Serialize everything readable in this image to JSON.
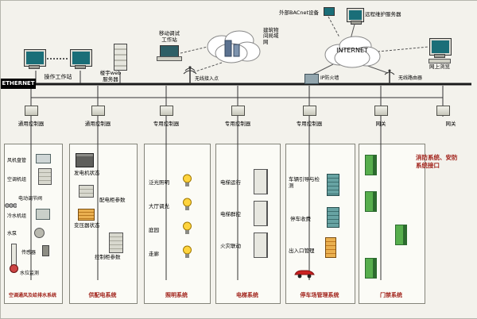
{
  "colors": {
    "title_red": "#a02018",
    "bus_black": "#1a1a1a",
    "door_green": "#57ae4d",
    "car_red": "#cc2222",
    "bulb_yellow": "#ffd43e"
  },
  "ethernet": {
    "label": "ETHERNET"
  },
  "top": {
    "workstation": "操作工作站",
    "web_server_line1": "楼宇web",
    "web_server_line2": "服务器",
    "mobile_line1": "移动调试",
    "mobile_line2": "工作站",
    "wireless_ap": "无线接入点",
    "lan_cloud": "建筑物间局域网",
    "bacnet": "外部BACnet设备",
    "remote_server": "远程维护服务器",
    "internet": "INTERNET",
    "firewall": "IP防火墙",
    "wireless_router": "无线路由器",
    "browse": "网上浏览"
  },
  "controllers": [
    {
      "label": "通用控制器"
    },
    {
      "label": "通用控制器"
    },
    {
      "label": "专用控制器"
    },
    {
      "label": "专用控制器"
    },
    {
      "label": "专用控制器"
    },
    {
      "label": "网关"
    },
    {
      "label": "网关"
    }
  ],
  "fire_note_line1": "消防系统、安防",
  "fire_note_line2": "系统接口",
  "systems": [
    {
      "title": "空调通风及给排水系统",
      "items": [
        "风机盘管",
        "空调机组",
        "电动调节阀",
        "冷水机组",
        "水泵",
        "传感器",
        "水位监测"
      ]
    },
    {
      "title": "供配电系统",
      "items": [
        "发电机状态",
        "配电柜参数",
        "变压器状态",
        "控制柜参数"
      ]
    },
    {
      "title": "照明系统",
      "items": [
        "泛光照明",
        "大厅调光",
        "庭园",
        "走廊"
      ]
    },
    {
      "title": "电梯系统",
      "items": [
        "电梯运行",
        "电梯群控",
        "火灾联动"
      ]
    },
    {
      "title": "停车场管理系统",
      "items": [
        "车辆引导与检测",
        "停车收费",
        "出入口管理"
      ]
    },
    {
      "title": "门禁系统",
      "items": []
    }
  ]
}
